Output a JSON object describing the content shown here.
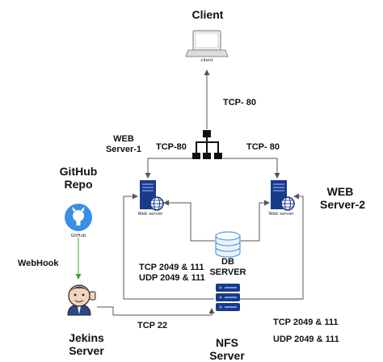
{
  "client": {
    "title": "Client",
    "icon_label": "client",
    "icon": "laptop-icon"
  },
  "links": {
    "client_tcp": "TCP- 80",
    "left_tcp": "TCP-80",
    "right_tcp": "TCP- 80",
    "nfs_left_1": "TCP 2049 & 111",
    "nfs_left_2": "UDP 2049 & 111",
    "nfs_right_1": "TCP 2049 & 111",
    "nfs_right_2": "UDP 2049 & 111",
    "jenkins_tcp": "TCP 22",
    "webhook": "WebHook"
  },
  "web_server_1": {
    "title_line1": "WEB",
    "title_line2": "Server-1",
    "icon_label": "Web server",
    "icon": "web-server-icon"
  },
  "web_server_2": {
    "title_line1": "WEB",
    "title_line2": "Server-2",
    "icon_label": "Web server",
    "icon": "web-server-icon"
  },
  "db": {
    "title_line1": "DB",
    "title_line2": "SERVER",
    "icon": "database-icon"
  },
  "nfs": {
    "title_line1": "NFS",
    "title_line2": "Server",
    "icon": "nfs-storage-icon"
  },
  "github": {
    "title_line1": "GitHub",
    "title_line2": "Repo",
    "icon_label": "GitHub",
    "icon": "github-icon"
  },
  "jenkins": {
    "title_line1": "Jekins",
    "title_line2": "Server",
    "icon": "jenkins-icon"
  },
  "colors": {
    "server_blue": "#1a3a8a",
    "webhook_green": "#3aa335",
    "line_gray": "#555555",
    "github_blue": "#3a8ee6"
  }
}
